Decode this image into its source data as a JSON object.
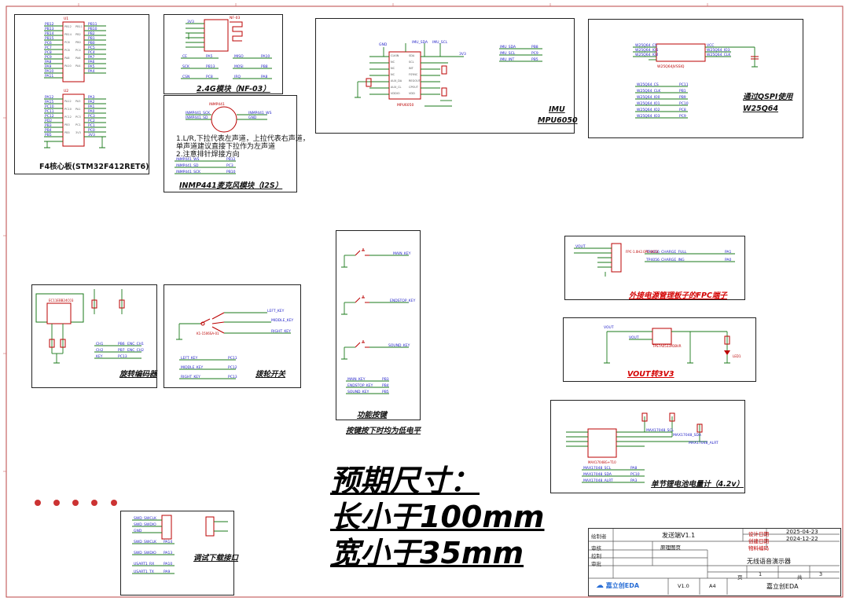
{
  "blocks": {
    "core": "F4核心板(STM32F412RET6)",
    "radio": "2.4G模块（NF-03）",
    "mic": "INMP441麦克风模块（I2S）",
    "mic_note_1": "1.L/R,下拉代表左声道，上拉代表右声道，",
    "mic_note_2": "单声道建议直接下拉作为左声道",
    "mic_note_3": "2.注意排针焊接方向",
    "imu": "IMU",
    "imu_part": "MPU6050",
    "flash_1": "通过QSPI使用",
    "flash_2": "W25Q64",
    "encoder": "旋转编码器",
    "toggle": "拨轮开关",
    "buttons": "功能按键",
    "buttons_note": "按键按下时均为低电平",
    "fpc": "外接电源管理板子的FPC端子",
    "vout": "VOUT转3V3",
    "fuel": "单节锂电池电量计（4.2v）",
    "debug": "调试下载接口"
  },
  "big_text": {
    "line1": "预期尺寸：",
    "line2": "长小于100mm",
    "line3": "宽小于35mm"
  },
  "title_block": {
    "designer_label": "绘制者",
    "checker_label": "审核",
    "control_label": "控制",
    "approve_label": "审批",
    "name": "发送端V1.1",
    "sheet_name": "原理图页",
    "create_date_label": "设计日期",
    "create_date": "2025-04-23",
    "update_date_label": "创建日期",
    "update_date": "2024-12-22",
    "part_label": "物料编码",
    "project": "无线语音演示器",
    "page": "1",
    "total": "3",
    "page_label_1": "页",
    "page_label_2": "共",
    "version": "V1.0",
    "size": "A4",
    "company": "嘉立创EDA",
    "logo": "嘉立创EDA"
  },
  "labels": {
    "u1": "U1",
    "u2": "U2",
    "nf03": "NF-03",
    "inmp": "INMP441",
    "mpu": "MPU6050",
    "w25": "W25Q64JVSSIQ",
    "ec11": "EC11EBB24C03",
    "sw": "K1-1506SA-01",
    "fpc": "FPC-1.0H2.0P6.0K33",
    "ldo": "TPS7A0533PDBVR",
    "max": "MAX17048G+T10",
    "led": "LED1",
    "vout": "VOUT",
    "gnd": "GND",
    "v33": "3V3"
  }
}
